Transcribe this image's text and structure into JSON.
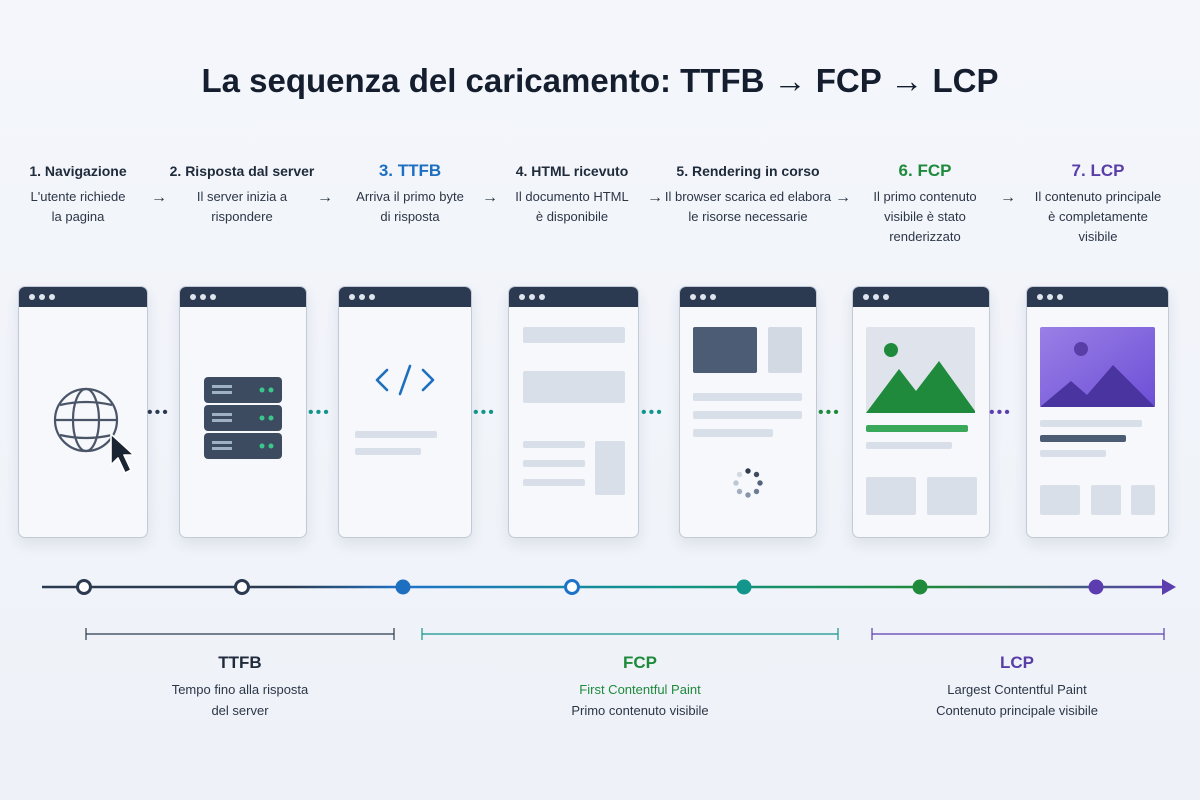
{
  "title": "La sequenza del caricamento: TTFB → FCP → LCP",
  "steps": [
    {
      "label": "1. Navigazione",
      "desc": [
        "L'utente richiede",
        "la pagina"
      ]
    },
    {
      "label": "2. Risposta dal server",
      "desc": [
        "Il server inizia a",
        "rispondere"
      ]
    },
    {
      "label": "3. TTFB",
      "desc": [
        "Arriva il primo byte",
        "di risposta"
      ]
    },
    {
      "label": "4. HTML ricevuto",
      "desc": [
        "Il documento HTML",
        "è disponibile"
      ]
    },
    {
      "label": "5. Rendering in corso",
      "desc": [
        "Il browser scarica ed elabora",
        "le risorse necessarie"
      ]
    },
    {
      "label": "6. FCP",
      "desc": [
        "Il primo contenuto",
        "visibile è stato",
        "renderizzato"
      ]
    },
    {
      "label": "7. LCP",
      "desc": [
        "Il contenuto principale",
        "è completamente",
        "visibile"
      ]
    }
  ],
  "arrow": "→",
  "icons": {
    "browser_windows": "browser-window-icon",
    "globe": "globe-icon",
    "cursor": "cursor-icon",
    "server": "server-icon",
    "code": "code-icon",
    "spinner": "loading-spinner-icon",
    "image": "image-icon"
  },
  "colors": {
    "dark": "#2b3a50",
    "blue": "#1e73c8",
    "teal": "#12958a",
    "green": "#1f8a3c",
    "purple": "#5b3db0",
    "highlight_step": "#1e6fc0",
    "fcp_step": "#1f8a3c",
    "lcp_step": "#5a3ea8"
  },
  "phases": [
    {
      "name": "TTFB",
      "lines": [
        "Tempo fino alla risposta",
        "del server"
      ]
    },
    {
      "name": "FCP",
      "lines": [
        "First Contentful Paint",
        "Primo contenuto visibile"
      ]
    },
    {
      "name": "LCP",
      "lines": [
        "Largest Contentful Paint",
        "Contenuto principale visibile"
      ]
    }
  ]
}
